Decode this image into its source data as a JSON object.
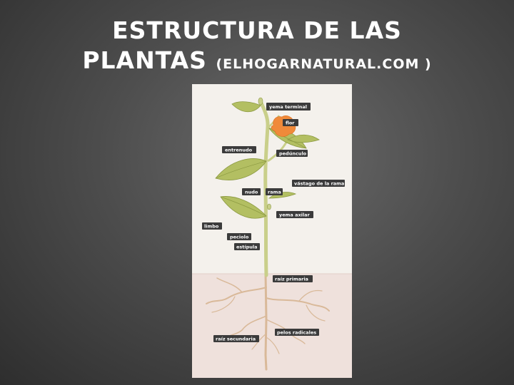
{
  "slide": {
    "title_line1": "Estructura de las",
    "title_line2": "plantas",
    "title_source": "(elhogarnatural.com )"
  },
  "diagram": {
    "labels": {
      "yema_terminal": "yema terminal",
      "flor": "flor",
      "entrenudo": "entrenudo",
      "pedunculo": "pedúnculo",
      "vastago": "vástago de la rama",
      "nudo": "nudo",
      "rama": "rama",
      "yema_axilar": "yema axilar",
      "limbo": "limbo",
      "peciolo": "peciolo",
      "estipula": "estípula",
      "raiz_primaria": "raíz primaria",
      "pelos_radicales": "pelos radicales",
      "raiz_secundaria": "raíz secundaria"
    },
    "colors": {
      "background": "#f4f1ec",
      "soil": "#efe1dc",
      "stem": "#c9cf8a",
      "leaf": "#b3bf62",
      "flower": "#f08a3a",
      "root": "#d7b89a",
      "label_bg": "#3b3b3b"
    }
  }
}
